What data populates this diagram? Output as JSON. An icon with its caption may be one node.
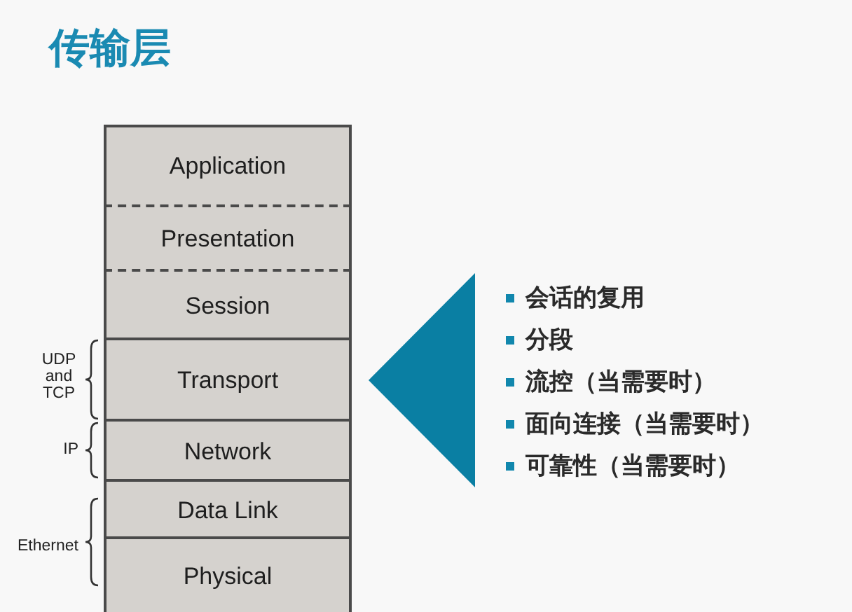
{
  "diagram": {
    "title": "传输层",
    "nodes": [
      {
        "text": [
          "Application"
        ]
      },
      {
        "text": [
          "Presentation"
        ]
      },
      {
        "text": [
          "Session"
        ]
      },
      {
        "text": [
          "Transport"
        ]
      },
      {
        "text": [
          "Network"
        ]
      },
      {
        "text": [
          "Data Link"
        ]
      },
      {
        "text": [
          "Physical"
        ]
      },
      {
        "text": [],
        "shape": "triangle"
      }
    ],
    "labels": [
      "UDP and TCP",
      "IP",
      "Ethernet",
      "会话的复用",
      "分段",
      "流控（当需要时）",
      "面向连接（当需要时）",
      "可靠性（当需要时）"
    ]
  }
}
